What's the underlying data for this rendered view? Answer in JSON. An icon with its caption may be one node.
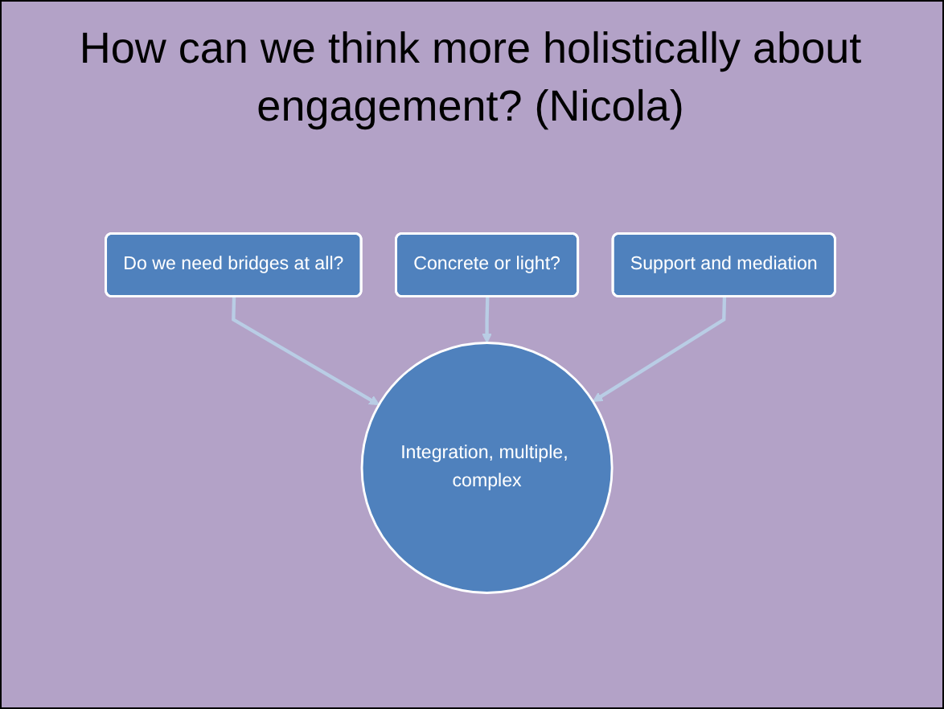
{
  "diagram": {
    "title": "How can we think more holistically about engagement? (Nicola)",
    "nodes": [
      {
        "text": [
          "Do we need bridges at all?"
        ]
      },
      {
        "text": [
          "Concrete or light?"
        ]
      },
      {
        "text": [
          "Support and mediation"
        ]
      },
      {
        "text": [
          "Integration, multiple, complex"
        ]
      }
    ],
    "edges": [
      {
        "from": 0,
        "to": 3,
        "arrow": "to",
        "color": "#b9cde5"
      },
      {
        "from": 1,
        "to": 3,
        "arrow": "to",
        "color": "#b9cde5"
      },
      {
        "from": 2,
        "to": 3,
        "arrow": "to",
        "color": "#b9cde5"
      }
    ]
  }
}
